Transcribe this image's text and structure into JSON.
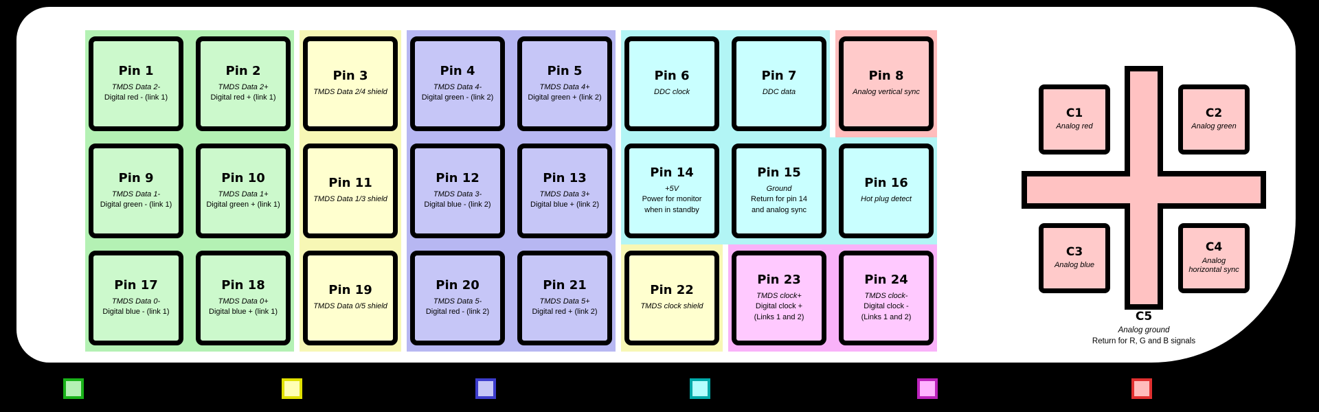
{
  "diagram": {
    "kind": "DVI connector pinout",
    "page_background": "#000000",
    "body_color": "#ffffff"
  },
  "colors": {
    "green": {
      "band": "#b4f1b4",
      "fill": "#ccf9cc"
    },
    "yellow": {
      "band": "#f7f7b5",
      "fill": "#ffffcf"
    },
    "purple": {
      "band": "#b7b7f2",
      "fill": "#c6c6f7"
    },
    "cyan": {
      "band": "#b2f5f5",
      "fill": "#c9ffff"
    },
    "pink": {
      "band": "#ffbcbc",
      "fill": "#ffcaca"
    },
    "magenta": {
      "band": "#f9b2f9",
      "fill": "#ffc9ff"
    },
    "analog_bg": "#ffc2c2",
    "analog_fill": "#ffcaca",
    "outline": "#000000"
  },
  "digital": {
    "groups": [
      {
        "row": 0,
        "col": 0,
        "span": 2,
        "color": "green"
      },
      {
        "row": 0,
        "col": 2,
        "span": 1,
        "color": "yellow"
      },
      {
        "row": 0,
        "col": 3,
        "span": 2,
        "color": "purple"
      },
      {
        "row": 0,
        "col": 5,
        "span": 2,
        "color": "cyan"
      },
      {
        "row": 0,
        "col": 7,
        "span": 1,
        "color": "pink"
      },
      {
        "row": 1,
        "col": 0,
        "span": 2,
        "color": "green"
      },
      {
        "row": 1,
        "col": 2,
        "span": 1,
        "color": "yellow"
      },
      {
        "row": 1,
        "col": 3,
        "span": 2,
        "color": "purple"
      },
      {
        "row": 1,
        "col": 5,
        "span": 3,
        "color": "cyan"
      },
      {
        "row": 2,
        "col": 0,
        "span": 2,
        "color": "green"
      },
      {
        "row": 2,
        "col": 2,
        "span": 1,
        "color": "yellow"
      },
      {
        "row": 2,
        "col": 3,
        "span": 2,
        "color": "purple"
      },
      {
        "row": 2,
        "col": 5,
        "span": 1,
        "color": "yellow"
      },
      {
        "row": 2,
        "col": 6,
        "span": 2,
        "color": "magenta"
      }
    ],
    "pins": [
      {
        "label": "Pin 1",
        "row": 0,
        "col": 0,
        "color": "green",
        "lines": [
          {
            "t": "TMDS Data 2-",
            "i": 1
          },
          {
            "t": "Digital red - (link 1)",
            "i": 0
          }
        ]
      },
      {
        "label": "Pin 2",
        "row": 0,
        "col": 1,
        "color": "green",
        "lines": [
          {
            "t": "TMDS Data 2+",
            "i": 1
          },
          {
            "t": "Digital red + (link 1)",
            "i": 0
          }
        ]
      },
      {
        "label": "Pin 3",
        "row": 0,
        "col": 2,
        "color": "yellow",
        "lines": [
          {
            "t": "TMDS Data 2/4 shield",
            "i": 1
          }
        ]
      },
      {
        "label": "Pin 4",
        "row": 0,
        "col": 3,
        "color": "purple",
        "lines": [
          {
            "t": "TMDS Data 4-",
            "i": 1
          },
          {
            "t": "Digital green - (link 2)",
            "i": 0
          }
        ]
      },
      {
        "label": "Pin 5",
        "row": 0,
        "col": 4,
        "color": "purple",
        "lines": [
          {
            "t": "TMDS Data 4+",
            "i": 1
          },
          {
            "t": "Digital green + (link 2)",
            "i": 0
          }
        ]
      },
      {
        "label": "Pin 6",
        "row": 0,
        "col": 5,
        "color": "cyan",
        "lines": [
          {
            "t": "DDC clock",
            "i": 1
          }
        ]
      },
      {
        "label": "Pin 7",
        "row": 0,
        "col": 6,
        "color": "cyan",
        "lines": [
          {
            "t": "DDC data",
            "i": 1
          }
        ]
      },
      {
        "label": "Pin 8",
        "row": 0,
        "col": 7,
        "color": "pink",
        "lines": [
          {
            "t": "Analog vertical sync",
            "i": 1
          }
        ]
      },
      {
        "label": "Pin 9",
        "row": 1,
        "col": 0,
        "color": "green",
        "lines": [
          {
            "t": "TMDS Data 1-",
            "i": 1
          },
          {
            "t": "Digital green - (link 1)",
            "i": 0
          }
        ]
      },
      {
        "label": "Pin 10",
        "row": 1,
        "col": 1,
        "color": "green",
        "lines": [
          {
            "t": "TMDS Data 1+",
            "i": 1
          },
          {
            "t": "Digital green + (link 1)",
            "i": 0
          }
        ]
      },
      {
        "label": "Pin 11",
        "row": 1,
        "col": 2,
        "color": "yellow",
        "lines": [
          {
            "t": "TMDS Data 1/3 shield",
            "i": 1
          }
        ]
      },
      {
        "label": "Pin 12",
        "row": 1,
        "col": 3,
        "color": "purple",
        "lines": [
          {
            "t": "TMDS Data 3-",
            "i": 1
          },
          {
            "t": "Digital blue - (link 2)",
            "i": 0
          }
        ]
      },
      {
        "label": "Pin 13",
        "row": 1,
        "col": 4,
        "color": "purple",
        "lines": [
          {
            "t": "TMDS Data 3+",
            "i": 1
          },
          {
            "t": "Digital blue + (link 2)",
            "i": 0
          }
        ]
      },
      {
        "label": "Pin 14",
        "row": 1,
        "col": 5,
        "color": "cyan",
        "lines": [
          {
            "t": "+5V",
            "i": 1
          },
          {
            "t": "Power for monitor",
            "i": 0
          },
          {
            "t": "when in standby",
            "i": 0
          }
        ]
      },
      {
        "label": "Pin 15",
        "row": 1,
        "col": 6,
        "color": "cyan",
        "lines": [
          {
            "t": "Ground",
            "i": 1
          },
          {
            "t": "Return for pin 14",
            "i": 0
          },
          {
            "t": "and analog sync",
            "i": 0
          }
        ]
      },
      {
        "label": "Pin 16",
        "row": 1,
        "col": 7,
        "color": "cyan",
        "lines": [
          {
            "t": "Hot plug detect",
            "i": 1
          }
        ]
      },
      {
        "label": "Pin 17",
        "row": 2,
        "col": 0,
        "color": "green",
        "lines": [
          {
            "t": "TMDS Data 0-",
            "i": 1
          },
          {
            "t": "Digital blue - (link 1)",
            "i": 0
          }
        ]
      },
      {
        "label": "Pin 18",
        "row": 2,
        "col": 1,
        "color": "green",
        "lines": [
          {
            "t": "TMDS Data 0+",
            "i": 1
          },
          {
            "t": "Digital blue + (link 1)",
            "i": 0
          }
        ]
      },
      {
        "label": "Pin 19",
        "row": 2,
        "col": 2,
        "color": "yellow",
        "lines": [
          {
            "t": "TMDS Data 0/5 shield",
            "i": 1
          }
        ]
      },
      {
        "label": "Pin 20",
        "row": 2,
        "col": 3,
        "color": "purple",
        "lines": [
          {
            "t": "TMDS Data 5-",
            "i": 1
          },
          {
            "t": "Digital red - (link 2)",
            "i": 0
          }
        ]
      },
      {
        "label": "Pin 21",
        "row": 2,
        "col": 4,
        "color": "purple",
        "lines": [
          {
            "t": "TMDS Data 5+",
            "i": 1
          },
          {
            "t": "Digital red + (link 2)",
            "i": 0
          }
        ]
      },
      {
        "label": "Pin 22",
        "row": 2,
        "col": 5,
        "color": "yellow",
        "lines": [
          {
            "t": "TMDS clock shield",
            "i": 1
          }
        ]
      },
      {
        "label": "Pin 23",
        "row": 2,
        "col": 6,
        "color": "magenta",
        "lines": [
          {
            "t": "TMDS clock+",
            "i": 1
          },
          {
            "t": "Digital clock +",
            "i": 0
          },
          {
            "t": "(Links 1 and 2)",
            "i": 0
          }
        ]
      },
      {
        "label": "Pin 24",
        "row": 2,
        "col": 7,
        "color": "magenta",
        "lines": [
          {
            "t": "TMDS clock-",
            "i": 1
          },
          {
            "t": "Digital clock -",
            "i": 0
          },
          {
            "t": "(Links 1 and 2)",
            "i": 0
          }
        ]
      }
    ]
  },
  "analog": {
    "corner_pins": [
      {
        "label": "C1",
        "row": 0,
        "col": 0,
        "lines": [
          {
            "t": "Analog red",
            "i": 1
          }
        ]
      },
      {
        "label": "C2",
        "row": 0,
        "col": 1,
        "lines": [
          {
            "t": "Analog green",
            "i": 1
          }
        ]
      },
      {
        "label": "C3",
        "row": 1,
        "col": 0,
        "lines": [
          {
            "t": "Analog blue",
            "i": 1
          }
        ]
      },
      {
        "label": "C4",
        "row": 1,
        "col": 1,
        "lines": [
          {
            "t": "Analog",
            "i": 1
          },
          {
            "t": "horizontal sync",
            "i": 1
          }
        ]
      }
    ],
    "center_pin": {
      "label": "C5",
      "lines": [
        {
          "t": "Analog ground",
          "i": 1
        },
        {
          "t": "Return for R, G and B signals",
          "i": 0
        }
      ]
    }
  },
  "legend": {
    "swatches": [
      {
        "name": "green-swatch",
        "fill": "#b4f1b4",
        "border": "#19b219"
      },
      {
        "name": "yellow-swatch",
        "fill": "#ffffb3",
        "border": "#e0e000"
      },
      {
        "name": "purple-swatch",
        "fill": "#c6c6f7",
        "border": "#3c3ccc"
      },
      {
        "name": "cyan-swatch",
        "fill": "#b3ffff",
        "border": "#00aaaa"
      },
      {
        "name": "magenta-swatch",
        "fill": "#ffb3ff",
        "border": "#bb22bb"
      },
      {
        "name": "red-swatch",
        "fill": "#ffbcbc",
        "border": "#e03030"
      }
    ]
  }
}
